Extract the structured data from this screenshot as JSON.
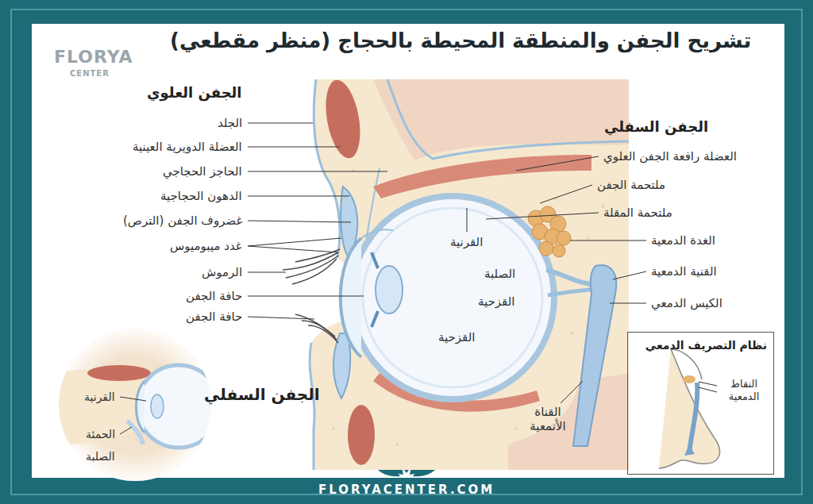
{
  "diagram": {
    "title": "تشريح الجفن والمنطقة المحيطة بالحجاج (منظر مقطعي)",
    "nodes": [
      {
        "text": [
          "نظام التصريف الدمعي"
        ]
      }
    ],
    "labels": [
      "FLORYA",
      "CENTER",
      "الجفن العلوي",
      "الجلد",
      "العضلة الدويرية العينية",
      "الحاجز الحجاجي",
      "الدهون الحجاجية",
      "غضروف الجفن (الترص)",
      "غدد ميبوميوس",
      "الرموش",
      "حافة الجفن",
      "حافة الجفن",
      "الجفن السفلي",
      "العضلة رافعة الجفن العلوي",
      "ملتحمة الجفن",
      "ملتحمة المقلة",
      "الغدة الدمعية",
      "القنية الدمعية",
      "الكيس الدمعي",
      "القرنية",
      "الصلبة",
      "القزحية",
      "القزحية",
      "القناة الأنمعية",
      "الجفن السفلي",
      "القرنية",
      "الحمئة",
      "الصلبة",
      "النقاط الدمعية",
      "FLORYACENTER.COM"
    ]
  }
}
